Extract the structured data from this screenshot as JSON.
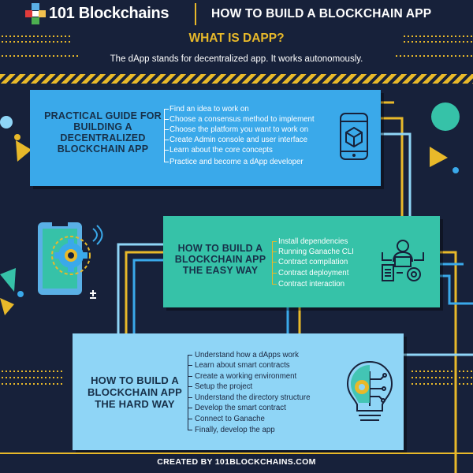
{
  "header": {
    "brand": "101 Blockchains",
    "title": "HOW TO BUILD A BLOCKCHAIN APP"
  },
  "whatis": {
    "title": "WHAT IS DAPP?",
    "description": "The dApp stands for decentralized app. It works autonomously."
  },
  "sections": [
    {
      "title_lines": [
        "PRACTICAL GUIDE FOR",
        "BUILDING A",
        "DECENTRALIZED",
        "BLOCKCHAIN APP"
      ],
      "items": [
        "Find an idea to work on",
        "Choose a consensus method to implement",
        "Choose the platform you want to work on",
        "Create Admin console and user interface",
        "Learn about the core concepts",
        "Practice and become a dApp developer"
      ]
    },
    {
      "title_lines": [
        "HOW TO BUILD A",
        "BLOCKCHAIN APP",
        "THE EASY WAY"
      ],
      "items": [
        "Install dependencies",
        "Running Ganache CLI",
        "Contract compilation",
        "Contract deployment",
        "Contract interaction"
      ]
    },
    {
      "title_lines": [
        "HOW TO BUILD A",
        "BLOCKCHAIN APP",
        "THE HARD WAY"
      ],
      "items": [
        "Understand how a dApps work",
        "Learn about smart contracts",
        "Create a working environment",
        "Setup the project",
        "Understand the directory structure",
        "Develop the smart contract",
        "Connect to Ganache",
        "Finally, develop the app"
      ]
    }
  ],
  "footer": "CREATED BY 101BLOCKCHAINS.COM",
  "colors": {
    "background": "#17213a",
    "accent_yellow": "#e8b92a",
    "card_blue": "#3aa9ea",
    "card_teal": "#36c2a8",
    "card_lightblue": "#8fd5f6"
  },
  "icons": [
    "logo-cubes-icon",
    "smartphone-cube-icon",
    "phone-gear-icon",
    "developer-gear-icon",
    "lightbulb-circuit-icon"
  ]
}
